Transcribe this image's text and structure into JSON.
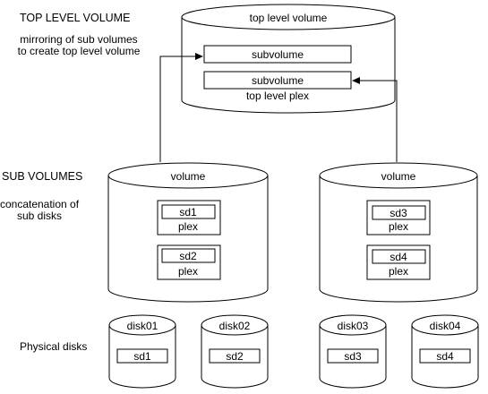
{
  "labels": {
    "top_level_volume": "TOP LEVEL VOLUME",
    "mirroring_line1": "mirroring of sub volumes",
    "mirroring_line2": "to create top level volume",
    "sub_volumes": "SUB VOLUMES",
    "concat_line1": "concatenation of",
    "concat_line2": "sub disks",
    "physical_disks": "Physical disks"
  },
  "top_volume": {
    "title": "top level volume",
    "subvolume_1": "subvolume",
    "subvolume_2": "subvolume",
    "plex_label": "top level plex"
  },
  "volume_left": {
    "title": "volume",
    "plex_1": {
      "subdisk": "sd1",
      "label": "plex"
    },
    "plex_2": {
      "subdisk": "sd2",
      "label": "plex"
    }
  },
  "volume_right": {
    "title": "volume",
    "plex_1": {
      "subdisk": "sd3",
      "label": "plex"
    },
    "plex_2": {
      "subdisk": "sd4",
      "label": "plex"
    }
  },
  "disks": [
    {
      "name": "disk01",
      "subdisk": "sd1"
    },
    {
      "name": "disk02",
      "subdisk": "sd2"
    },
    {
      "name": "disk03",
      "subdisk": "sd3"
    },
    {
      "name": "disk04",
      "subdisk": "sd4"
    }
  ]
}
